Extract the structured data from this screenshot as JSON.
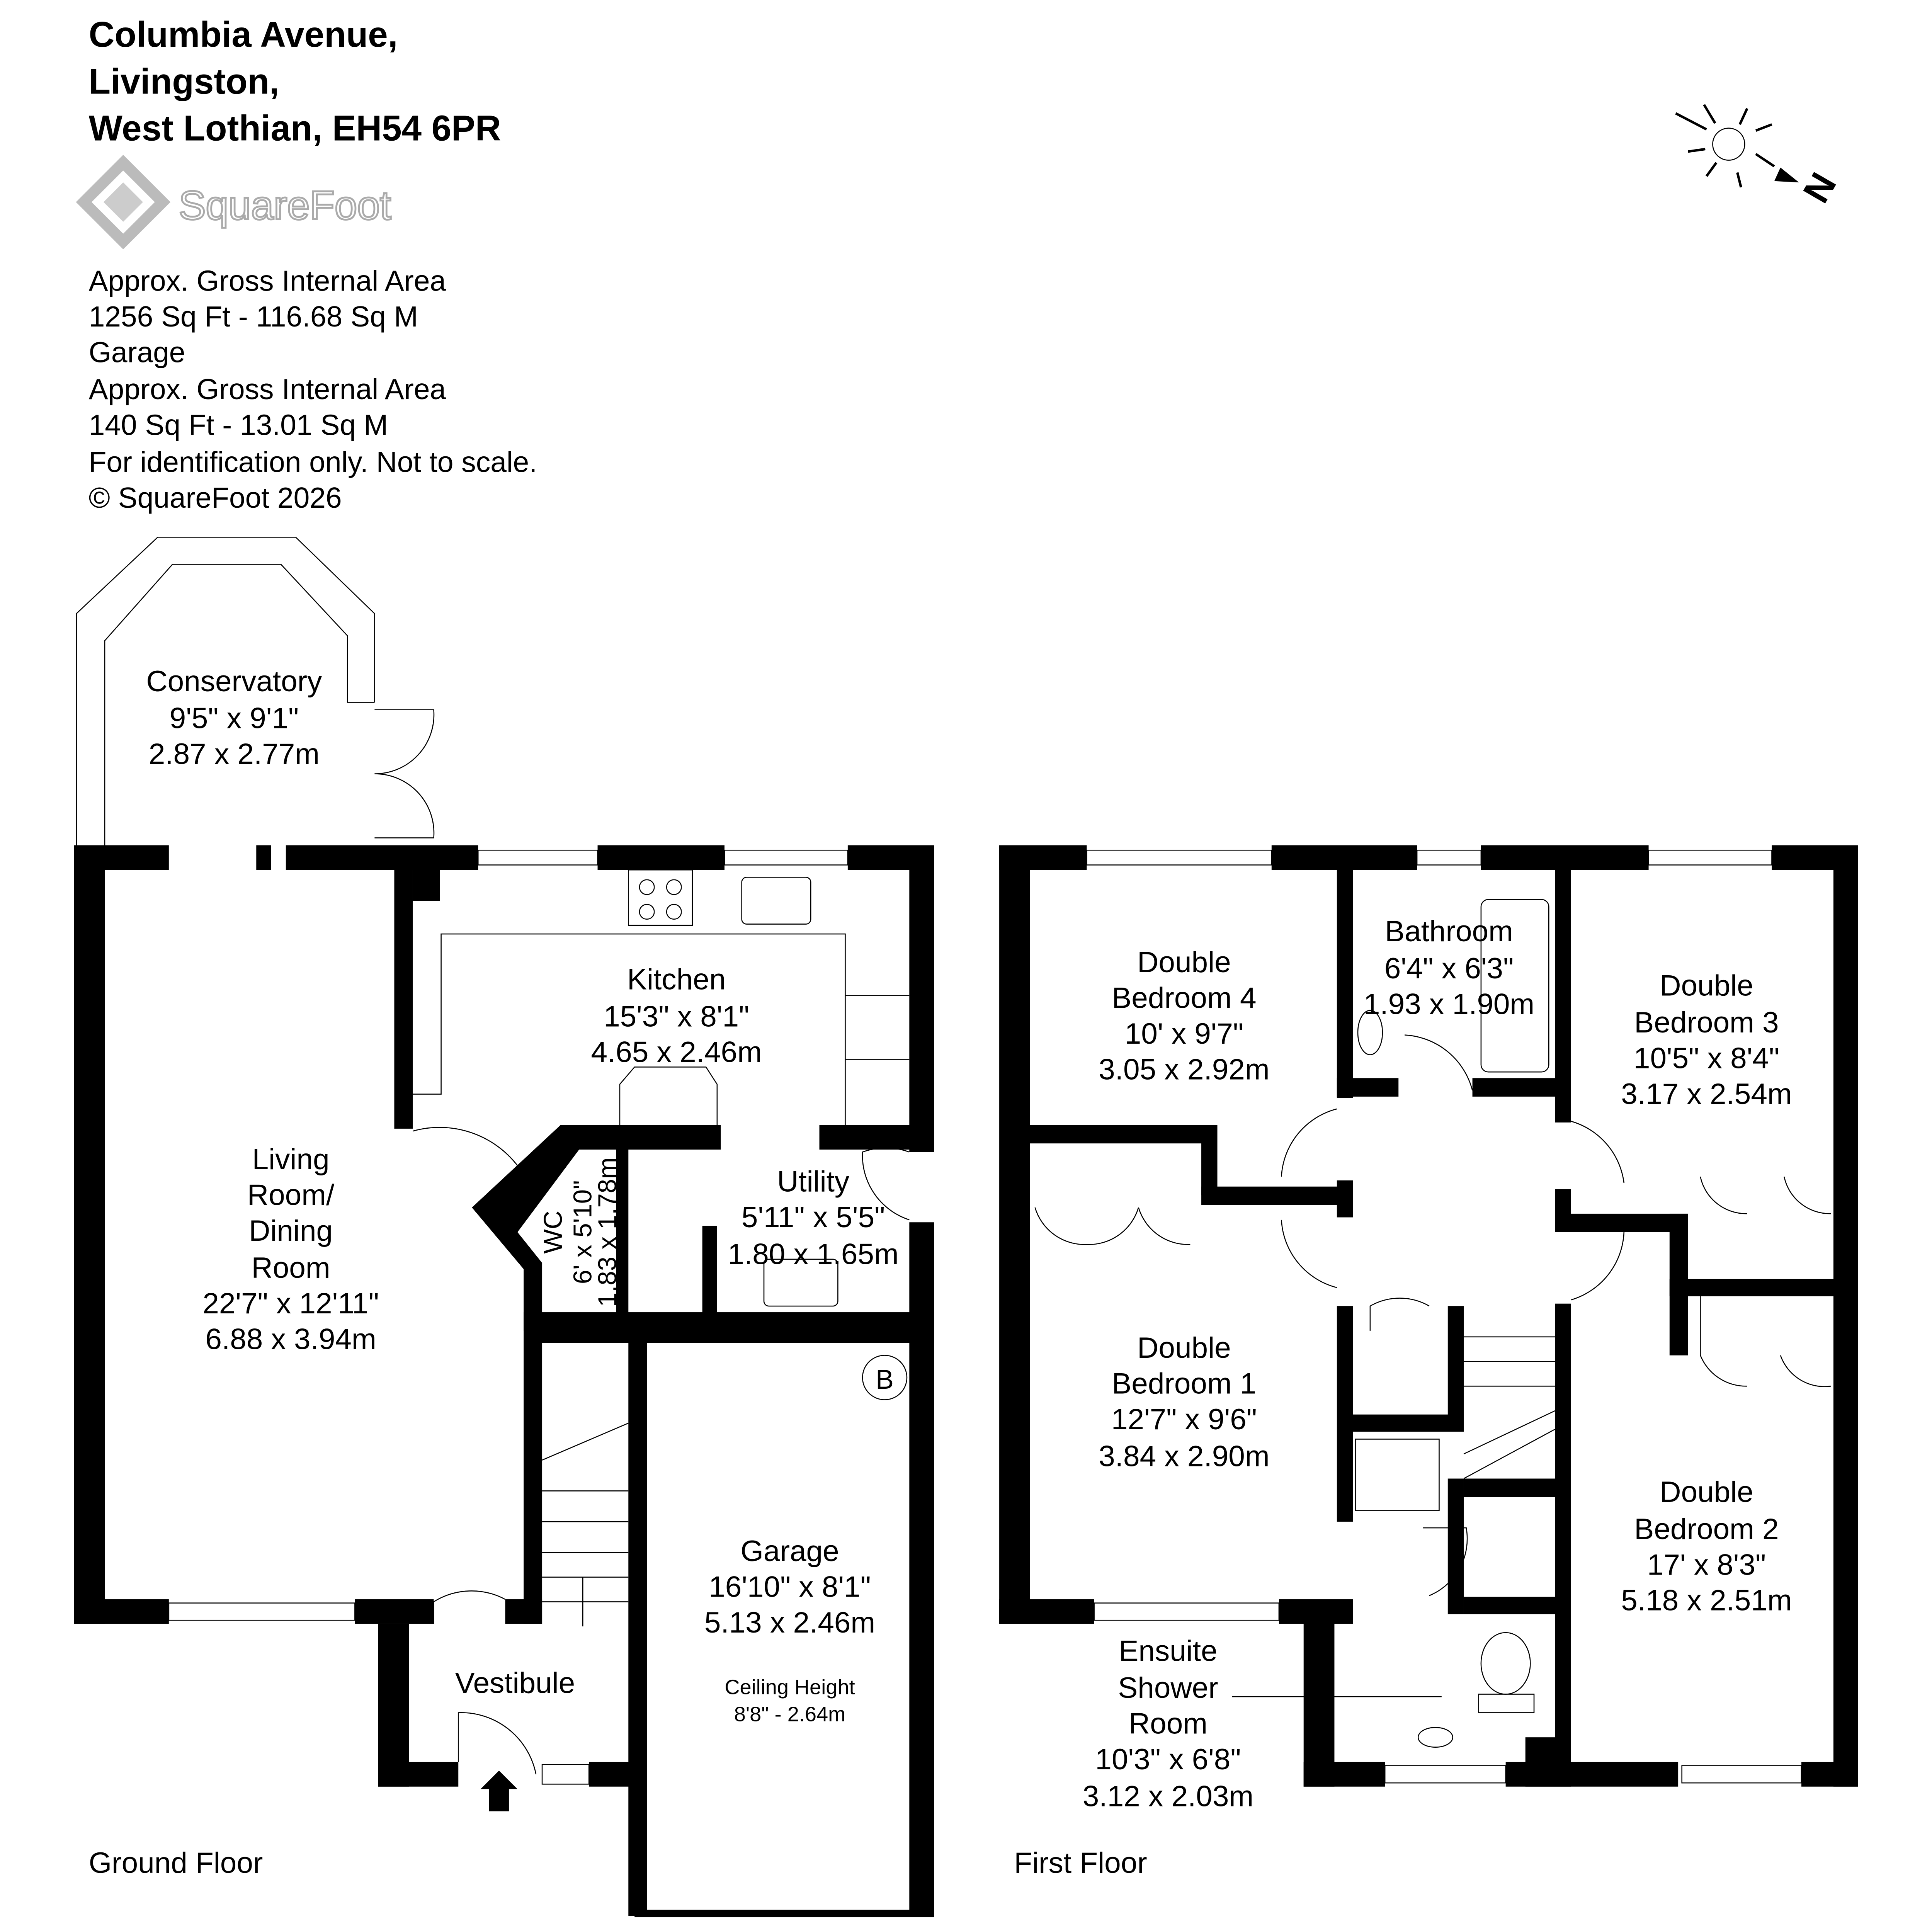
{
  "address": {
    "line1": "Columbia Avenue,",
    "line2": "Livingston,",
    "line3": "West Lothian, EH54 6PR"
  },
  "brand": {
    "name": "SquareFoot"
  },
  "info": [
    "Approx. Gross Internal Area",
    "1256 Sq Ft  -  116.68 Sq M",
    "Garage",
    "Approx. Gross Internal Area",
    "140 Sq Ft  -  13.01 Sq M",
    "For identification only. Not to scale.",
    "© SquareFoot 2026"
  ],
  "compass": {
    "letter": "N"
  },
  "ground_floor": {
    "label": "Ground Floor",
    "rooms": {
      "conservatory": [
        "Conservatory",
        "9'5\" x 9'1\"",
        "2.87 x 2.77m"
      ],
      "kitchen": [
        "Kitchen",
        "15'3\" x 8'1\"",
        "4.65 x 2.46m"
      ],
      "living": [
        "Living",
        "Room/",
        "Dining",
        "Room",
        "22'7\" x 12'11\"",
        "6.88 x 3.94m"
      ],
      "wc": [
        "WC",
        "6' x 5'10\"",
        "1.83 x 1.78m"
      ],
      "utility": [
        "Utility",
        "5'11\" x 5'5\"",
        "1.80 x 1.65m"
      ],
      "garage": [
        "Garage",
        "16'10\" x 8'1\"",
        "5.13 x 2.46m"
      ],
      "ceiling": [
        "Ceiling Height",
        "8'8\" - 2.64m"
      ],
      "vestibule": [
        "Vestibule"
      ],
      "boiler": "B"
    }
  },
  "first_floor": {
    "label": "First Floor",
    "rooms": {
      "bed4": [
        "Double",
        "Bedroom 4",
        "10' x 9'7\"",
        "3.05 x 2.92m"
      ],
      "bathroom": [
        "Bathroom",
        "6'4\" x 6'3\"",
        "1.93 x 1.90m"
      ],
      "bed3": [
        "Double",
        "Bedroom 3",
        "10'5\" x 8'4\"",
        "3.17 x 2.54m"
      ],
      "bed1": [
        "Double",
        "Bedroom 1",
        "12'7\" x 9'6\"",
        "3.84 x 2.90m"
      ],
      "bed2": [
        "Double",
        "Bedroom 2",
        "17' x 8'3\"",
        "5.18 x 2.51m"
      ],
      "ensuite": [
        "Ensuite",
        "Shower",
        "Room",
        "10'3\" x 6'8\"",
        "3.12 x 2.03m"
      ]
    }
  }
}
